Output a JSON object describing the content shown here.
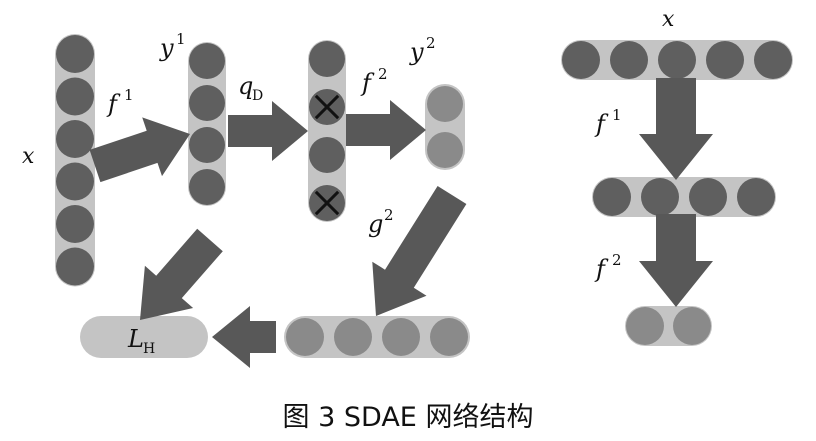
{
  "colors": {
    "capsule": "#c4c4c4",
    "node": "#5f5f5f",
    "node_light": "#8a8a8a",
    "arrow": "#585858",
    "cross": "#111111",
    "text": "#111111"
  },
  "labels": {
    "x_left": "x",
    "f1_left": "f",
    "f1_left_sup": "1",
    "y1": "y",
    "y1_sup": "1",
    "qD": "q",
    "qD_sub": "D",
    "f2_left": "f",
    "f2_left_sup": "2",
    "y2": "y",
    "y2_sup": "2",
    "g2": "g",
    "g2_sup": "2",
    "LH": "L",
    "LH_sub": "H",
    "x_right": "x",
    "f1_right": "f",
    "f1_right_sup": "1",
    "f2_right": "f",
    "f2_right_sup": "2"
  },
  "caption": "图 3   SDAE 网络结构"
}
